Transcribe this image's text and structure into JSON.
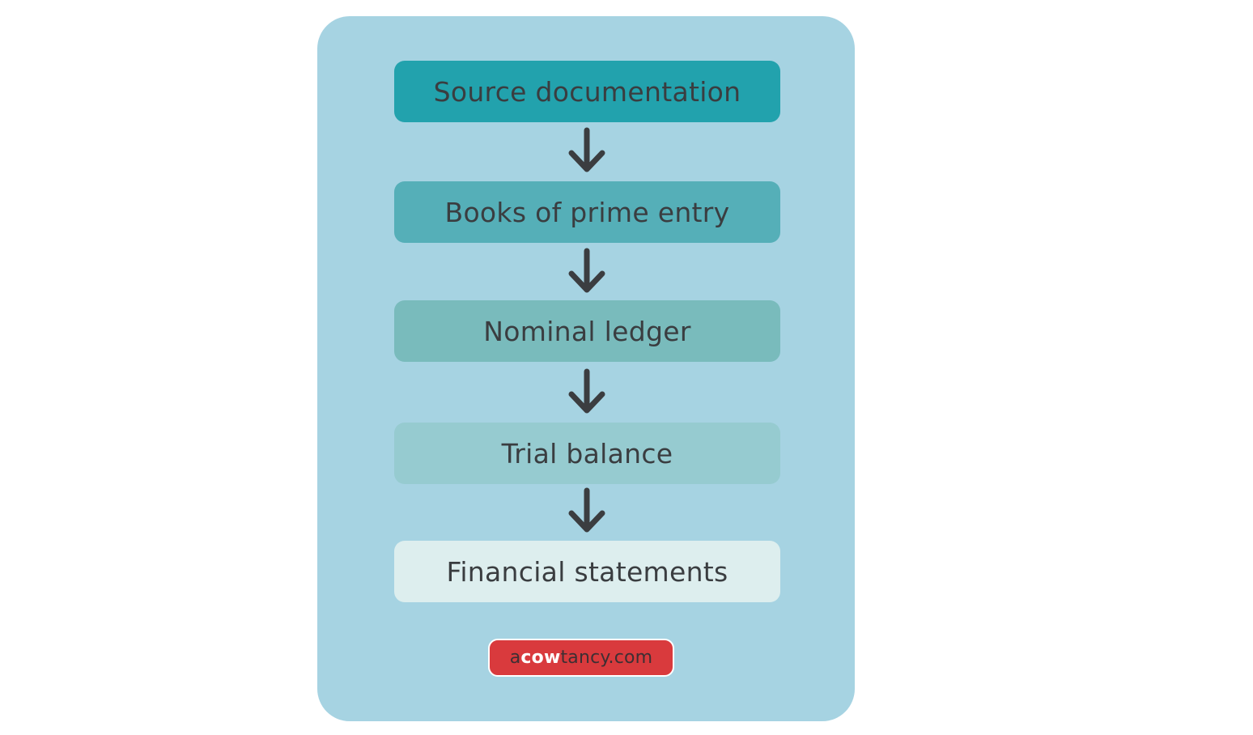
{
  "diagram": {
    "steps": [
      {
        "label": "Source documentation",
        "color": "#22a2ad"
      },
      {
        "label": "Books of prime entry",
        "color": "#55afb8"
      },
      {
        "label": "Nominal ledger",
        "color": "#79bbbc"
      },
      {
        "label": "Trial balance",
        "color": "#96cbd0"
      },
      {
        "label": "Financial statements",
        "color": "#ddeeee"
      }
    ],
    "arrow_icon": "down-arrow-icon",
    "arrow_color": "#3b3d40",
    "panel_color": "#a6d3e2"
  },
  "logo": {
    "part1": "a",
    "part2": "cow",
    "part3": "tancy.com",
    "color": "#d93a3d"
  }
}
